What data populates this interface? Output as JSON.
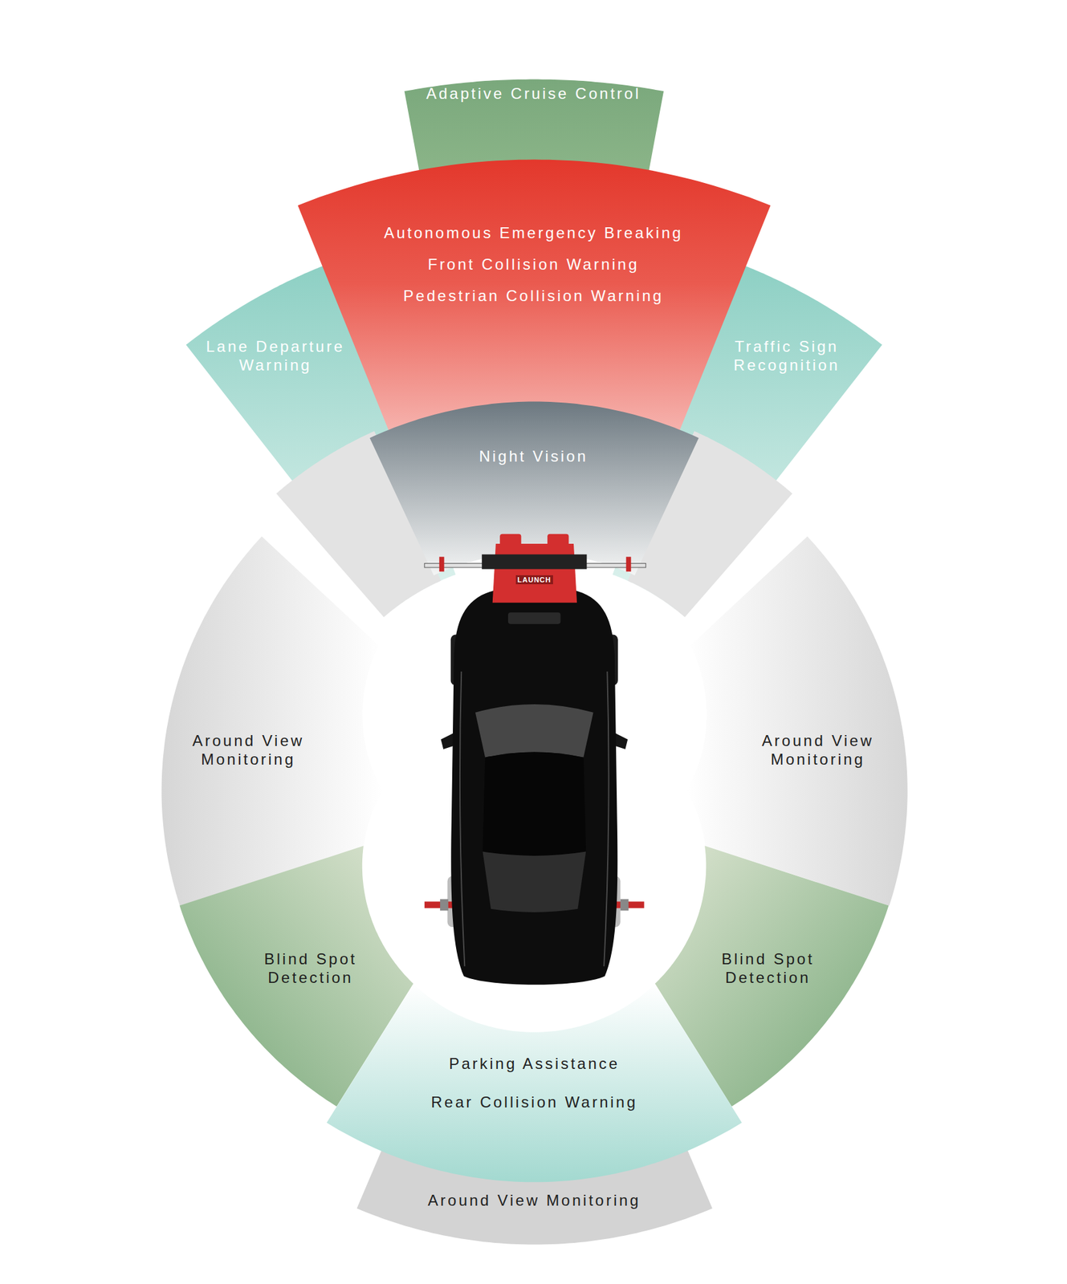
{
  "diagram": {
    "nodes": [
      {
        "text": [
          "Adaptive Cruise Control"
        ]
      },
      {
        "text": [
          "Autonomous Emergency Breaking",
          "Front Collision Warning",
          "Pedestrian Collision Warning"
        ]
      },
      {
        "text": [
          "Lane Departure Warning"
        ]
      },
      {
        "text": [
          "Traffic Sign Recognition"
        ]
      },
      {
        "text": [
          "Night Vision"
        ]
      },
      {
        "text": [
          "Around View Monitoring"
        ]
      },
      {
        "text": [
          "Around View Monitoring"
        ]
      },
      {
        "text": [
          "Blind Spot Detection"
        ]
      },
      {
        "text": [
          "Blind Spot Detection"
        ]
      },
      {
        "text": [
          "Parking Assistance",
          "Rear Collision Warning"
        ]
      },
      {
        "text": [
          "Around View Monitoring"
        ]
      }
    ],
    "labels": [
      "LAUNCH"
    ]
  }
}
